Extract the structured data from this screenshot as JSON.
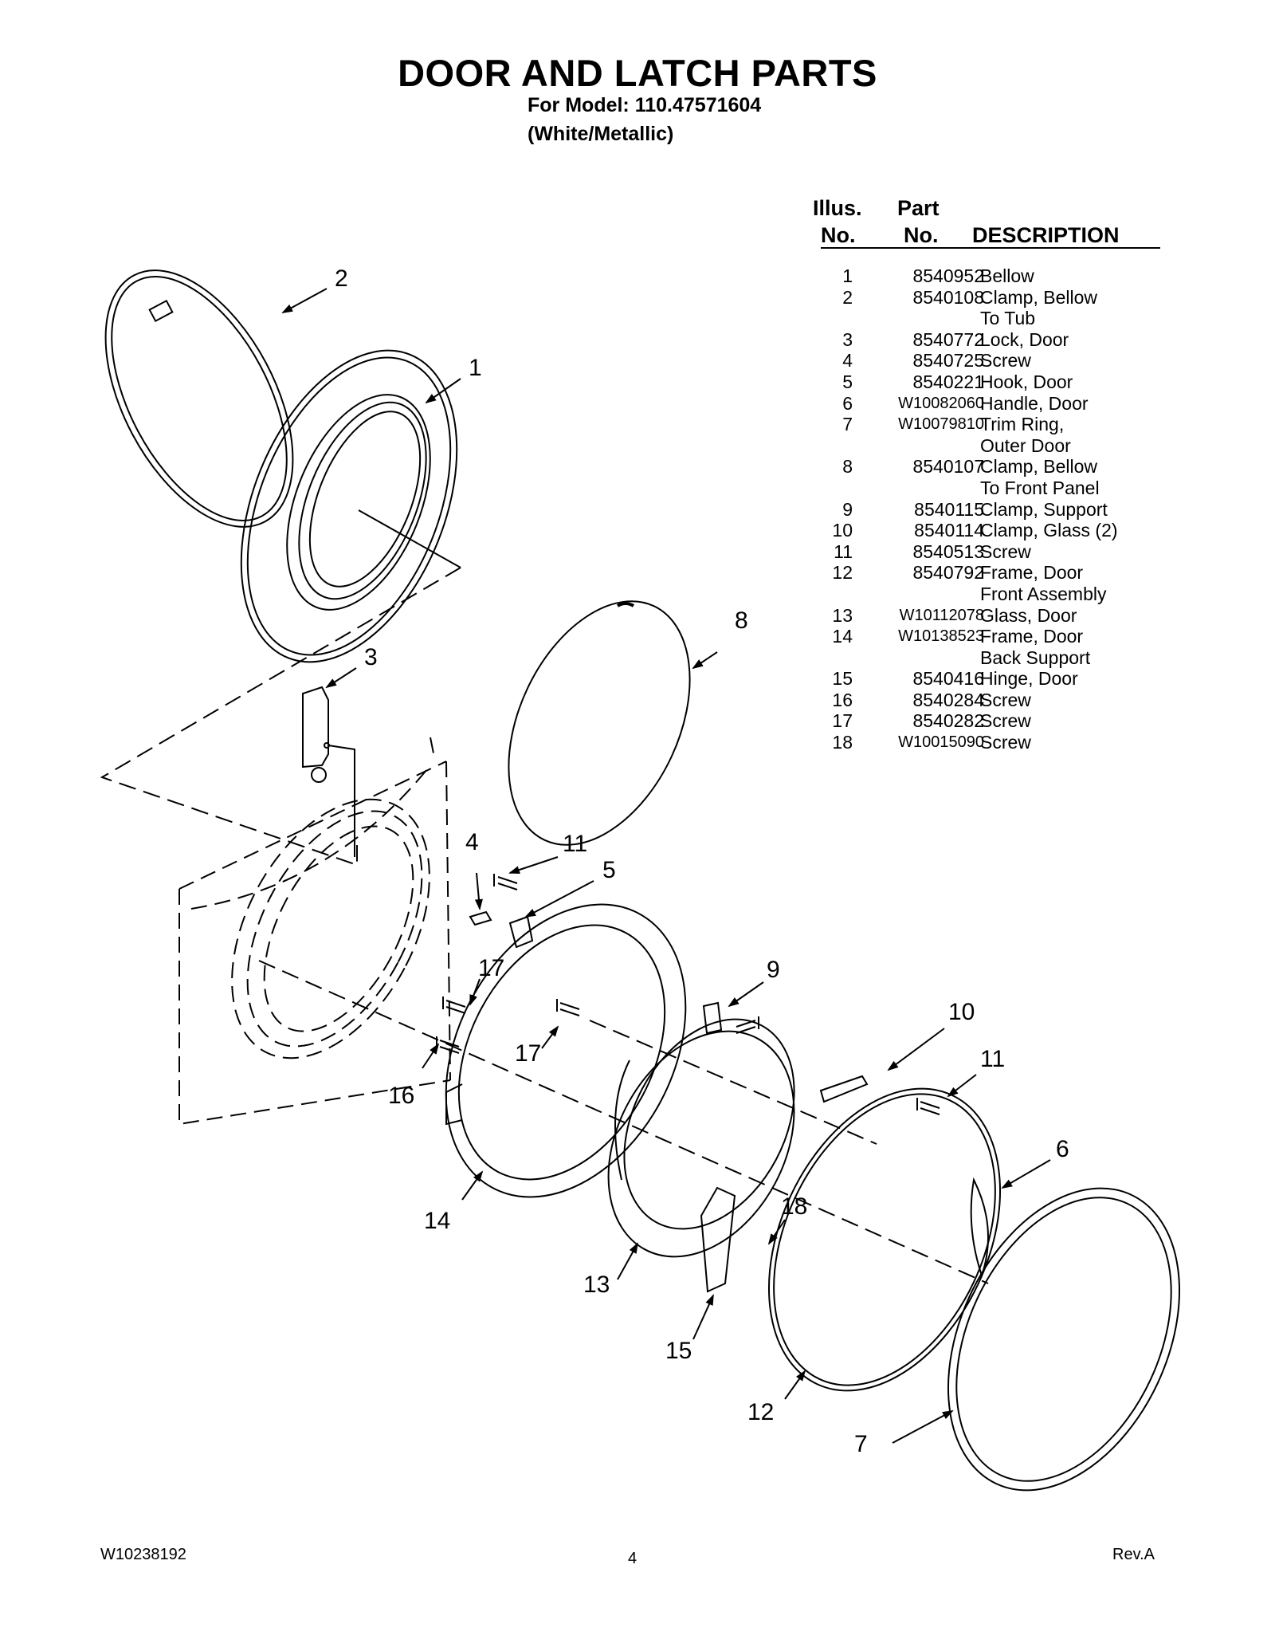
{
  "header": {
    "title": "DOOR AND LATCH PARTS",
    "model_line": "For Model: 110.47571604",
    "color_line": "(White/Metallic)"
  },
  "table": {
    "headers": {
      "illus_line1": "Illus.",
      "illus_line2": "No.",
      "part_line1": "Part",
      "part_line2": "No.",
      "description": "DESCRIPTION"
    },
    "rows": [
      {
        "no": "1",
        "part": "8540952",
        "desc": "Bellow"
      },
      {
        "no": "2",
        "part": "8540108",
        "desc": "Clamp, Bellow"
      },
      {
        "no": "",
        "part": "",
        "desc": "To Tub"
      },
      {
        "no": "3",
        "part": "8540772",
        "desc": "Lock, Door"
      },
      {
        "no": "4",
        "part": "8540725",
        "desc": "Screw"
      },
      {
        "no": "5",
        "part": "8540221",
        "desc": "Hook, Door"
      },
      {
        "no": "6",
        "part": "W10082060",
        "desc": "Handle, Door"
      },
      {
        "no": "7",
        "part": "W10079810",
        "desc": "Trim Ring,"
      },
      {
        "no": "",
        "part": "",
        "desc": "Outer Door"
      },
      {
        "no": "8",
        "part": "8540107",
        "desc": "Clamp, Bellow"
      },
      {
        "no": "",
        "part": "",
        "desc": "To Front Panel"
      },
      {
        "no": "9",
        "part": "8540115",
        "desc": "Clamp, Support"
      },
      {
        "no": "10",
        "part": "8540114",
        "desc": "Clamp, Glass (2)"
      },
      {
        "no": "11",
        "part": "8540513",
        "desc": "Screw"
      },
      {
        "no": "12",
        "part": "8540792",
        "desc": "Frame, Door"
      },
      {
        "no": "",
        "part": "",
        "desc": "Front Assembly"
      },
      {
        "no": "13",
        "part": "W10112078",
        "desc": "Glass, Door"
      },
      {
        "no": "14",
        "part": "W10138523",
        "desc": "Frame, Door"
      },
      {
        "no": "",
        "part": "",
        "desc": "Back Support"
      },
      {
        "no": "15",
        "part": "8540416",
        "desc": "Hinge, Door"
      },
      {
        "no": "16",
        "part": "8540284",
        "desc": "Screw"
      },
      {
        "no": "17",
        "part": "8540282",
        "desc": "Screw"
      },
      {
        "no": "18",
        "part": "W10015090",
        "desc": "Screw"
      }
    ]
  },
  "callouts": {
    "c1": "1",
    "c2": "2",
    "c3": "3",
    "c4": "4",
    "c5": "5",
    "c6": "6",
    "c7": "7",
    "c8": "8",
    "c9": "9",
    "c10": "10",
    "c11a": "11",
    "c11b": "11",
    "c12": "12",
    "c13": "13",
    "c14": "14",
    "c15": "15",
    "c16": "16",
    "c17a": "17",
    "c17b": "17",
    "c18": "18"
  },
  "footer": {
    "doc_number": "W10238192",
    "page_number": "4",
    "revision": "Rev.A"
  }
}
